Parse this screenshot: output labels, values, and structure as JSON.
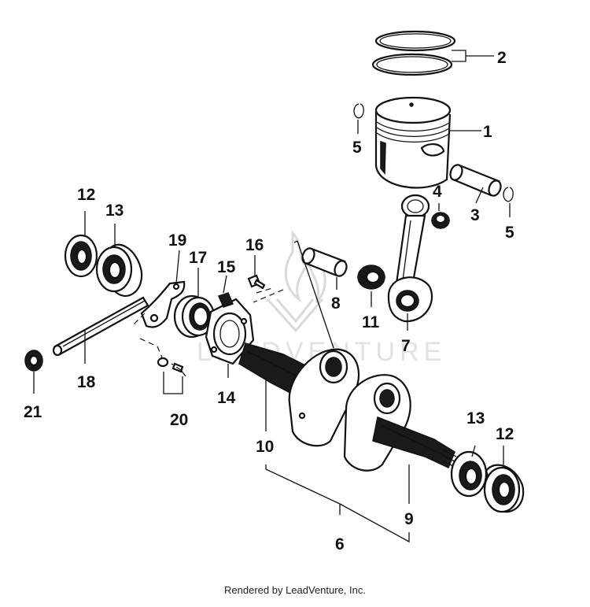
{
  "credit": "Rendered by LeadVenture, Inc.",
  "watermark": "LEADVENTURE",
  "callouts": {
    "c1": "1",
    "c2": "2",
    "c3": "3",
    "c4": "4",
    "c5a": "5",
    "c5b": "5",
    "c6": "6",
    "c7": "7",
    "c8": "8",
    "c9": "9",
    "c10": "10",
    "c11": "11",
    "c12a": "12",
    "c12b": "12",
    "c13a": "13",
    "c13b": "13",
    "c14": "14",
    "c15": "15",
    "c16": "16",
    "c17": "17",
    "c18": "18",
    "c19": "19",
    "c20": "20",
    "c21": "21"
  }
}
